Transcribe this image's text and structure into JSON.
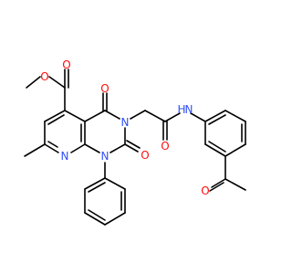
{
  "colors": {
    "bond": "#000000",
    "oxygen": "#ff0d0d",
    "nitrogen": "#3050f8",
    "background": "#ffffff"
  },
  "atoms": {
    "o_ester_carbonyl": "O",
    "o_ester_ether": "O",
    "o_c4": "O",
    "o_c2": "O",
    "o_amide": "O",
    "o_acetyl": "O",
    "n3": "N",
    "n8": "N",
    "n1": "N",
    "nh": "N",
    "nh_h": "H"
  }
}
